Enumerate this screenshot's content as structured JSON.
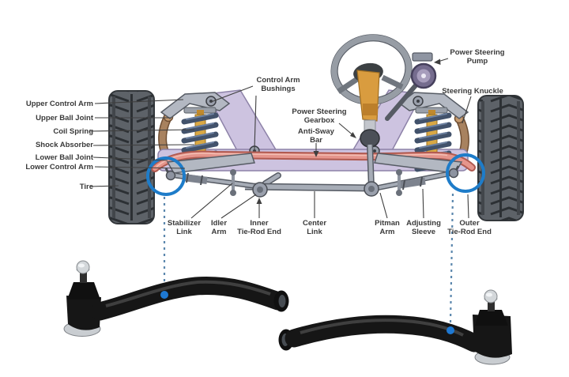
{
  "labels": {
    "left": [
      "Upper Control Arm",
      "Upper Ball Joint",
      "Coil Spring",
      "Shock Absorber",
      "Lower Ball Joint",
      "Lower Control Arm",
      "Tire"
    ],
    "top": [
      "Control Arm\nBushings",
      "Power Steering\nPump",
      "Steering Knuckle",
      "Power Steering\nGearbox",
      "Anti-Sway\nBar"
    ],
    "bottom": [
      "Stabilizer\nLink",
      "Idler\nArm",
      "Inner\nTie-Rod End",
      "Center\nLink",
      "Pitman\nArm",
      "Adjusting\nSleeve",
      "Outer\nTie-Rod End"
    ]
  },
  "colors": {
    "background": "#ffffff",
    "label_text": "#3a3a3a",
    "highlight_circle_blue": "#1e7cc9",
    "callout_dot_blue": "#1e78d2",
    "dashed_line_blue": "#5b87ad",
    "frame_lavender": "#cdc3e0",
    "sway_bar_salmon": "#e5958c",
    "coil_spring_blue": "#42526b",
    "shock_gold": "#d9a844",
    "knuckle_brown": "#a8825f",
    "linkage_gray": "#a6acb6",
    "tire_gray": "#5d6268",
    "steering_column_orange": "#d99c3f",
    "part_black": "#161616"
  }
}
